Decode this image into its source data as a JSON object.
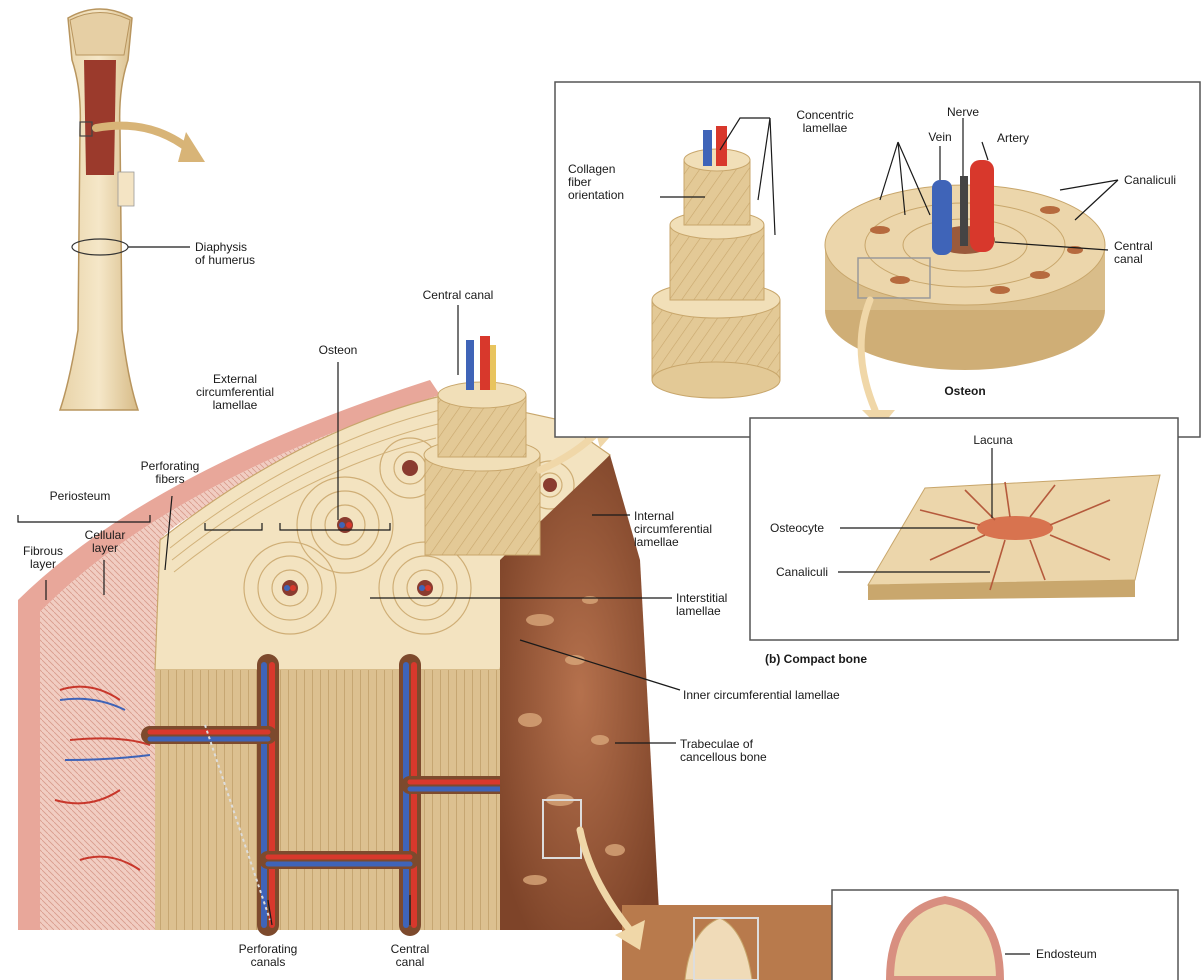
{
  "labels": {
    "diaphysis": "Diaphysis\nof humerus",
    "central_canal_top": "Central canal",
    "osteon_main": "Osteon",
    "external_lamellae": "External\ncircumferential\nlamellae",
    "perforating_fibers": "Perforating\nfibers",
    "periosteum": "Periosteum",
    "cellular_layer": "Cellular\nlayer",
    "fibrous_layer": "Fibrous\nlayer",
    "internal_lamellae": "Internal\ncircumferential\nlamellae",
    "interstitial_lamellae": "Interstitial\nlamellae",
    "inner_circ_lamellae": "Inner circumferential lamellae",
    "trabeculae": "Trabeculae of\ncancellous bone",
    "perforating_canals": "Perforating\ncanals",
    "central_canal_bottom": "Central\ncanal",
    "concentric_lamellae": "Concentric\nlamellae",
    "collagen_orientation": "Collagen\nfiber\norientation",
    "nerve": "Nerve",
    "vein": "Vein",
    "artery": "Artery",
    "canaliculi_top": "Canaliculi",
    "central_canal_inset": "Central\ncanal",
    "osteon_inset": "Osteon",
    "lacuna": "Lacuna",
    "osteocyte": "Osteocyte",
    "canaliculi_bottom": "Canaliculi",
    "compact_bone_caption": "(b) Compact bone",
    "endosteum": "Endosteum"
  },
  "colors": {
    "bone_light": "#efdcb4",
    "bone_mid": "#d9bd8a",
    "bone_dark": "#b8955e",
    "artery_red": "#d8382c",
    "vein_blue": "#3f64b8",
    "periosteum_pink": "#e9b7aa",
    "cancellous_brown": "#9a5a3c",
    "leader_line": "#1a1a1a"
  }
}
